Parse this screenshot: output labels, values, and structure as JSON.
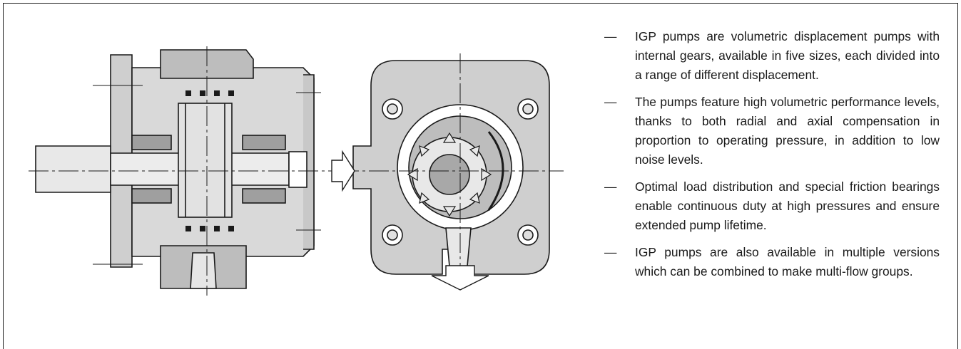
{
  "bullets": [
    {
      "dash": "—",
      "text": "IGP pumps are volumetric displacement pumps with internal gears, available in five sizes, each divided into a range of different displacement."
    },
    {
      "dash": "—",
      "text": "The pumps feature high volumetric performance levels, thanks to both radial and axial compensation in proportion to operating pressure, in addition to low noise levels."
    },
    {
      "dash": "—",
      "text": "Optimal load distribution and special friction bearings enable continuous duty at high pressures and ensure extended pump lifetime."
    },
    {
      "dash": "—",
      "text": "IGP pumps are also available in multiple versions which can be combined to make multi-flow groups."
    }
  ]
}
